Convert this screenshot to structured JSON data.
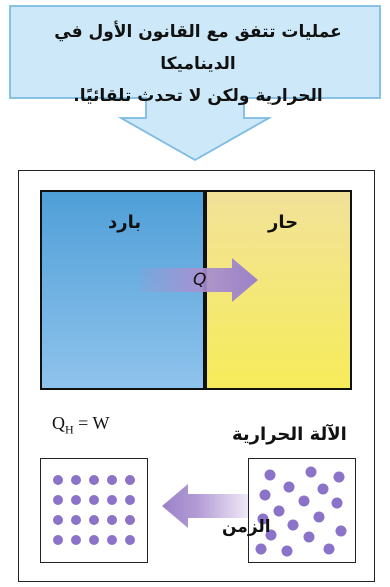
{
  "callout": {
    "line1": "عمليات تتفق مع القانون الأول في الديناميكا",
    "line2": "الحرارية ولكن لا تحدث تلقائيًا."
  },
  "heat_flow": {
    "cold_label": "بارد",
    "hot_label": "حار",
    "arrow_label": "Q"
  },
  "engine": {
    "equation_q": "Q",
    "equation_sub": "H",
    "equation_rest": " = W",
    "label": "الآلة الحرارية",
    "time_label": "الزمن"
  },
  "colors": {
    "callout_fill": "#cde8f8",
    "callout_stroke": "#7bbbe3",
    "cold": "#4f9fd8",
    "hot": "#f6ec5a",
    "arrow": "#a98fd0",
    "particle": "#8a73c8"
  }
}
